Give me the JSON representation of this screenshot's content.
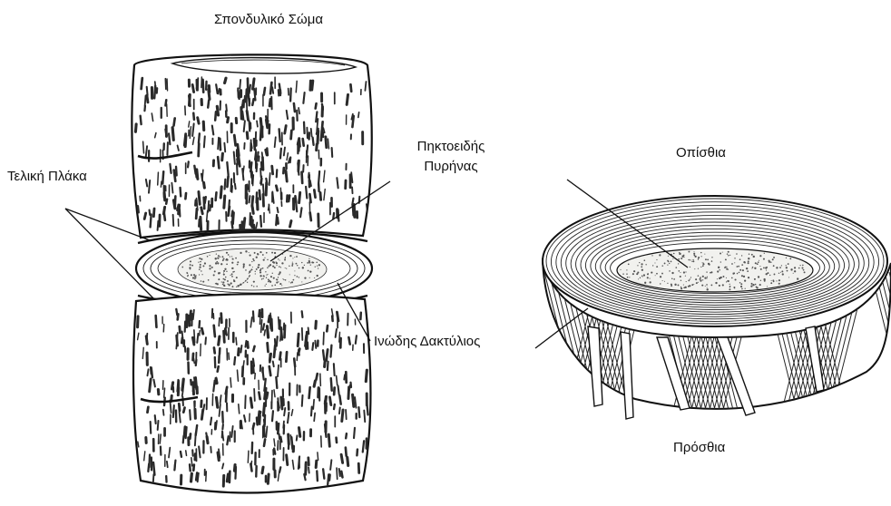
{
  "labels": {
    "vertebral_body": "Σπονδυλικό Σώμα",
    "end_plate": "Τελική Πλάκα",
    "nucleus_line1": "Πηκτοειδής",
    "nucleus_line2": "Πυρήνας",
    "annulus": "Ινώδης Δακτύλιος",
    "posterior": "Οπίσθια",
    "anterior": "Πρόσθια"
  },
  "colors": {
    "ink": "#111111",
    "paper": "#ffffff",
    "nucleus_fill": "#f1f1ee",
    "shading": "#2a2a2a"
  },
  "illustrations": [
    "vertebral-segment-side-view",
    "intervertebral-disc-cross-section"
  ]
}
